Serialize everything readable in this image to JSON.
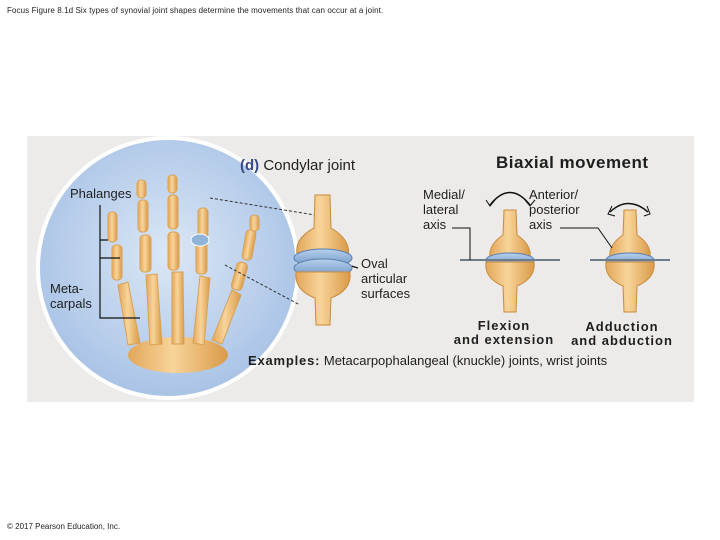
{
  "slide_title": "Focus Figure 8.1d Six types of synovial joint shapes determine the movements that can occur at a joint.",
  "copyright": "© 2017 Pearson Education, Inc.",
  "figure": {
    "part_tag": "(d)",
    "part_title": "Condylar joint",
    "movement_heading": "Biaxial movement",
    "labels": {
      "phalanges": "Phalanges",
      "metacarpals": [
        "Meta-",
        "carpals"
      ],
      "oval_surfaces": [
        "Oval",
        "articular",
        "surfaces"
      ],
      "medial_axis": [
        "Medial/",
        "lateral",
        "axis"
      ],
      "anterior_axis": [
        "Anterior/",
        "posterior",
        "axis"
      ]
    },
    "movements": {
      "flexion": [
        "Flexion",
        "and extension"
      ],
      "adduction": [
        "Adduction",
        "and abduction"
      ]
    },
    "examples_label": "Examples:",
    "examples_text": "Metacarpophalangeal (knuckle) joints, wrist joints"
  },
  "colors": {
    "panel_bg": "#ecebe9",
    "circle_fill": "#c9daf0",
    "bone": "#f1c27b",
    "bone_shadow": "#d8a152",
    "cartilage": "#8fb3d9",
    "tag_blue": "#3a4b8a"
  }
}
